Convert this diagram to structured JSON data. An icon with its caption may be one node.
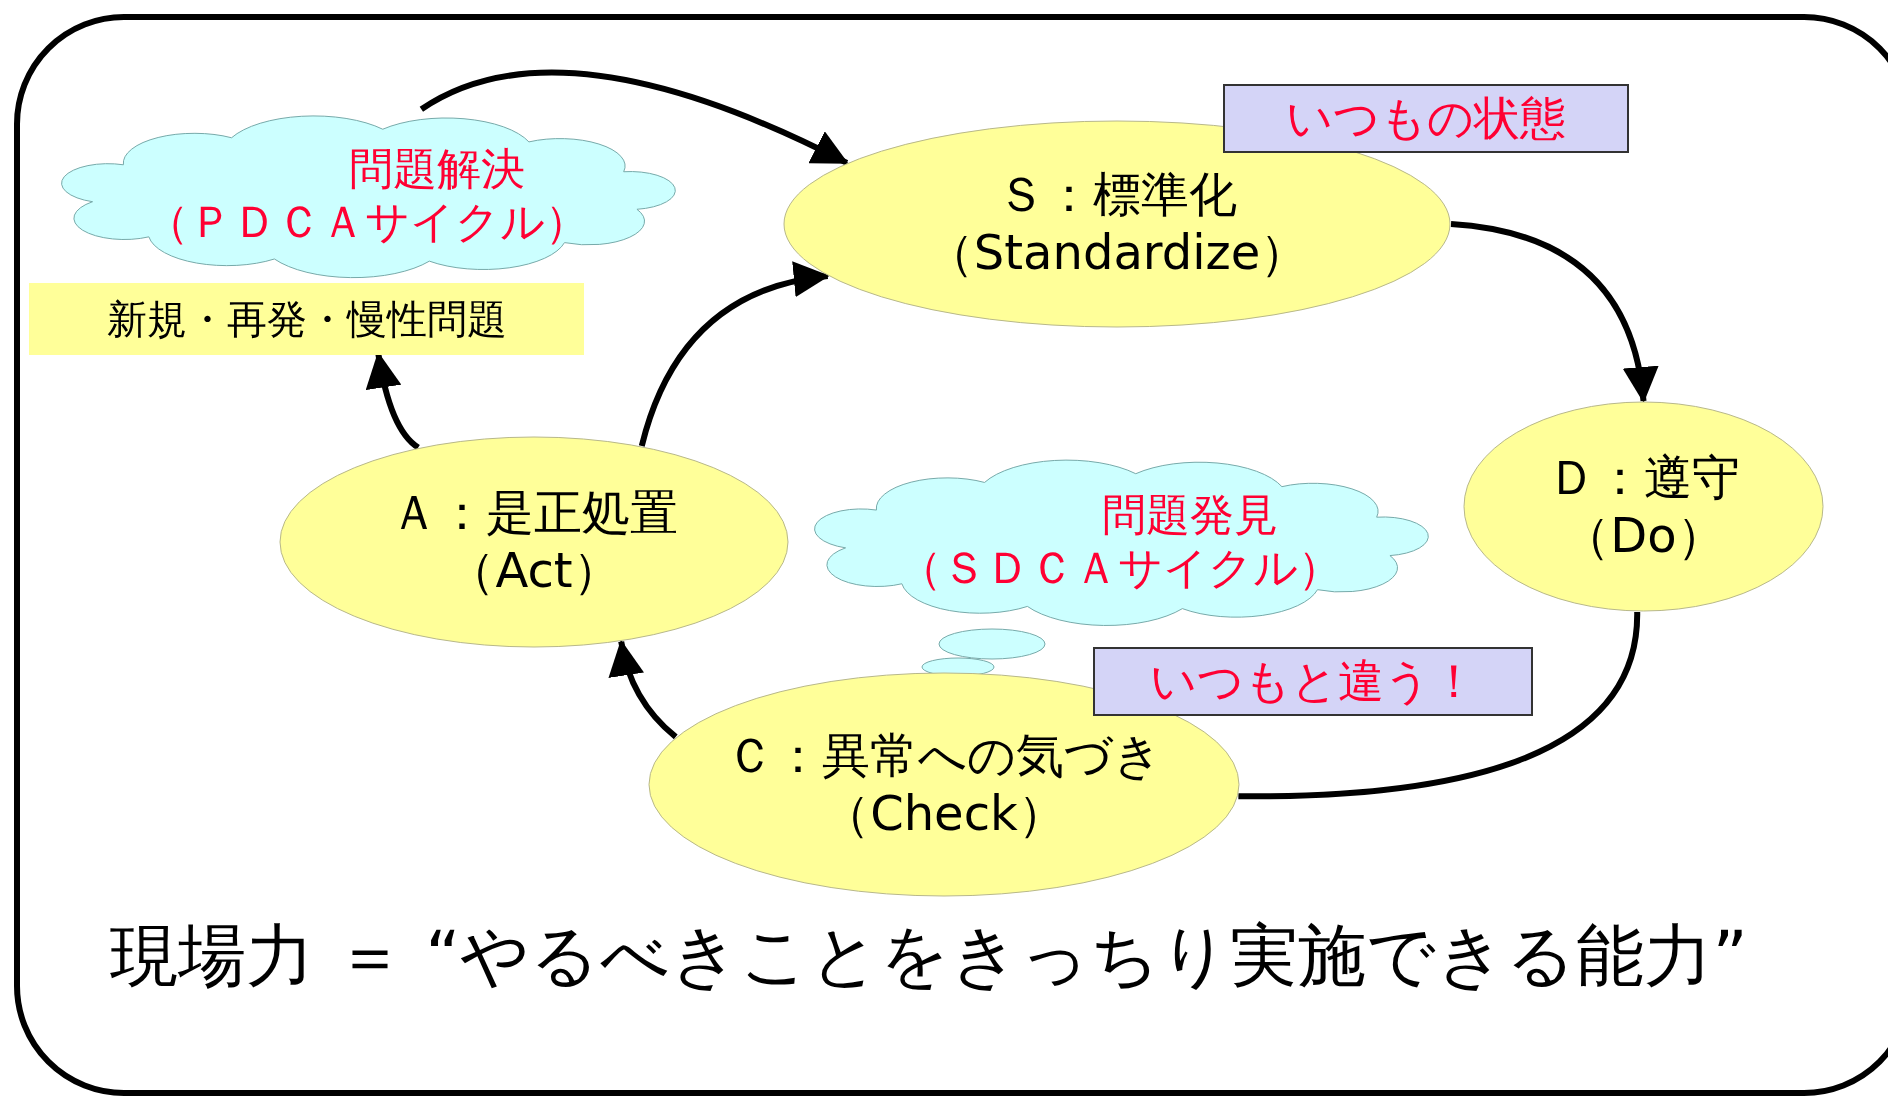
{
  "diagram": {
    "nodes": [
      {
        "text": [
          "現場力 ＝ “やるべきことをきっちり実施できる能力”"
        ]
      },
      {
        "text": [
          "問題解決",
          "（ＰＤＣＡサイクル）"
        ],
        "in": 0
      },
      {
        "text": [
          "新規・再発・慢性問題"
        ],
        "in": 0
      },
      {
        "text": [
          "Ｓ：標準化",
          "（Standardize）"
        ],
        "in": 0
      },
      {
        "text": [
          "いつもの状態"
        ],
        "in": 0
      },
      {
        "text": [
          "Ｄ：遵守",
          "（Do）"
        ],
        "in": 0
      },
      {
        "text": [
          "Ａ：是正処置",
          "（Act）"
        ],
        "in": 0
      },
      {
        "text": [
          "問題発見",
          "（ＳＤＣＡサイクル）"
        ],
        "in": 0
      },
      {
        "text": [
          "Ｃ：異常への気づき",
          "（Check）"
        ],
        "in": 0
      },
      {
        "text": [
          "いつもと違う！"
        ],
        "in": 0
      }
    ],
    "edges": [
      {
        "from": 1,
        "to": 3,
        "arrow": "to"
      },
      {
        "from": 3,
        "to": 5,
        "arrow": "to"
      },
      {
        "from": 5,
        "to": 8,
        "arrow": "none"
      },
      {
        "from": 8,
        "to": 6,
        "arrow": "to"
      },
      {
        "from": 6,
        "to": 3,
        "arrow": "to"
      },
      {
        "from": 6,
        "to": 2,
        "arrow": "to"
      }
    ]
  }
}
